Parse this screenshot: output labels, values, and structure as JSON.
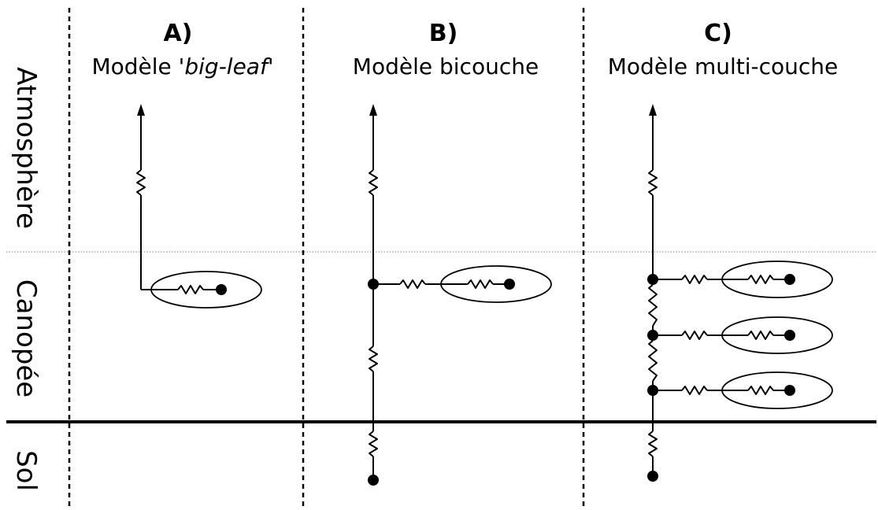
{
  "panels": [
    {
      "letter": "A)",
      "title_pre": "Modèle '",
      "title_italic": "big-leaf",
      "title_post": "'"
    },
    {
      "letter": "B)",
      "title": "Modèle bicouche"
    },
    {
      "letter": "C)",
      "title": "Modèle multi-couche"
    }
  ],
  "layers": {
    "atmosphere": "Atmosphère",
    "canopy": "Canopée",
    "soil": "Sol"
  }
}
